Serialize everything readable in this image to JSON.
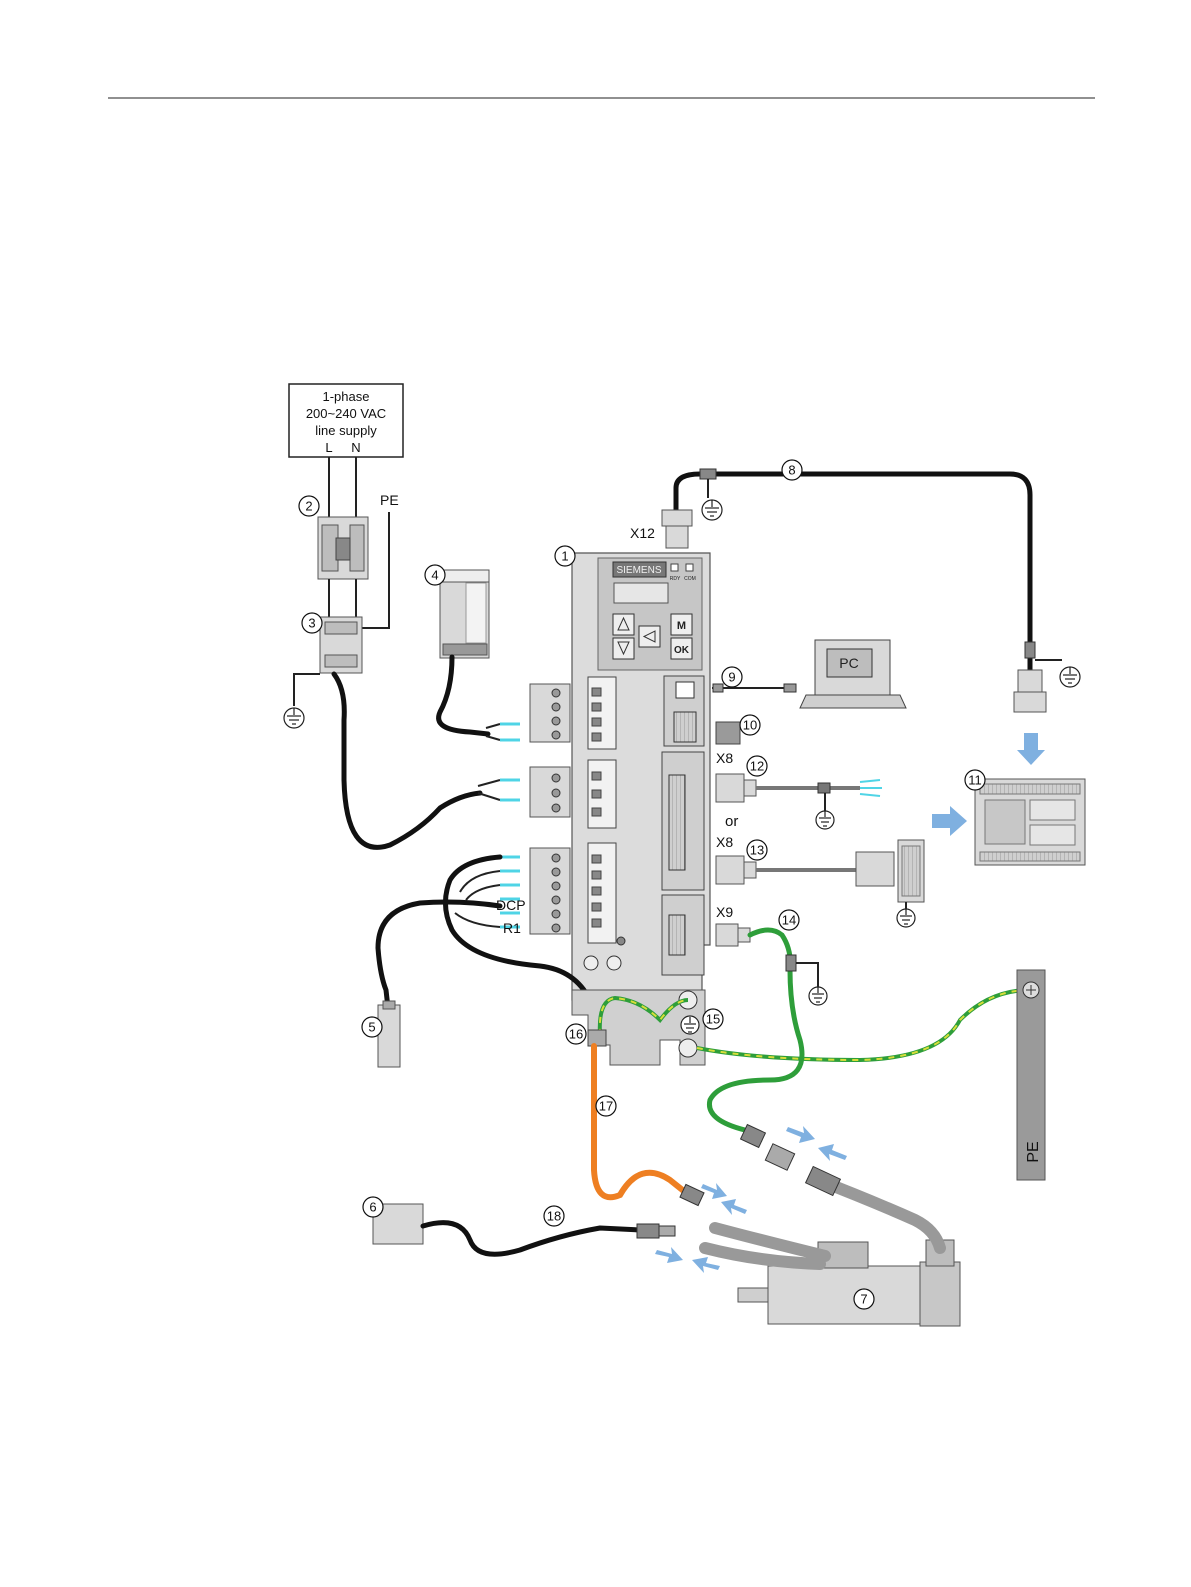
{
  "supply": {
    "line1": "1-phase",
    "line2": "200~240 VAC",
    "line3": "line supply",
    "l": "L",
    "n": "N"
  },
  "labels": {
    "pe_top": "PE",
    "x12": "X12",
    "x8_a": "X8",
    "x8_b": "X8",
    "x9": "X9",
    "or": "or",
    "dcp": "DCP",
    "r1": "R1",
    "pc": "PC",
    "pe_bar": "PE",
    "brand": "SIEMENS",
    "rdy": "RDY",
    "com": "COM",
    "key_m": "M",
    "key_ok": "OK"
  },
  "callouts": [
    "1",
    "2",
    "3",
    "4",
    "5",
    "6",
    "7",
    "8",
    "9",
    "10",
    "11",
    "12",
    "13",
    "14",
    "15",
    "16",
    "17",
    "18"
  ],
  "colors": {
    "cable_black": "#111111",
    "cable_green": "#2e9e3a",
    "cable_orange": "#ee7f22",
    "pe_yellow": "#d7de3a",
    "arrow_blue": "#7fb0e0",
    "wire_tip": "#4fd4e6",
    "device_gray": "#d9d9d9"
  }
}
